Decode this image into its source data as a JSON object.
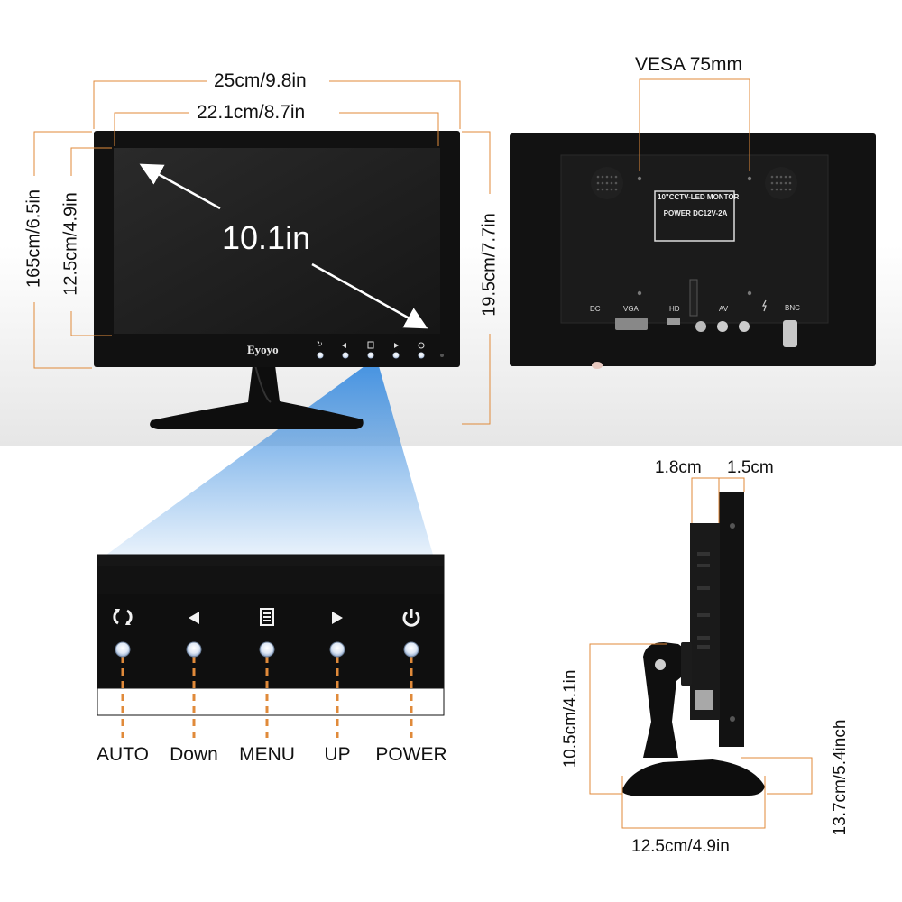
{
  "colors": {
    "dimension_line": "#e08a3a",
    "monitor_body": "#121212",
    "screen": "#1c1c1c",
    "light_beam": "#3f8fe0",
    "button_led": "#9ab4d8",
    "background_band": "#e6e6e6"
  },
  "front_view": {
    "overall_width": "25cm/9.8in",
    "screen_width": "22.1cm/8.7in",
    "diagonal": "10.1in",
    "overall_height": "165cm/6.5in",
    "screen_height": "12.5cm/4.9in",
    "total_height": "19.5cm/7.7in",
    "brand": "Eyoyo"
  },
  "rear_view": {
    "vesa": "VESA 75mm",
    "label_line1": "10\"CCTV-LED MONTOR",
    "label_line2": "POWER  DC12V-2A",
    "ports": [
      "DC",
      "VGA",
      "HD",
      "AV",
      "BNC"
    ]
  },
  "button_panel": {
    "buttons": [
      {
        "icon": "auto-icon",
        "label": "AUTO"
      },
      {
        "icon": "left-arrow-icon",
        "label": "Down"
      },
      {
        "icon": "menu-icon",
        "label": "MENU"
      },
      {
        "icon": "right-arrow-icon",
        "label": "UP"
      },
      {
        "icon": "power-icon",
        "label": "POWER"
      }
    ]
  },
  "side_view": {
    "depth_body": "1.8cm",
    "depth_panel": "1.5cm",
    "stand_height": "10.5cm/4.1in",
    "base_width": "12.5cm/4.9in",
    "total_height": "13.7cm/5.4inch"
  }
}
